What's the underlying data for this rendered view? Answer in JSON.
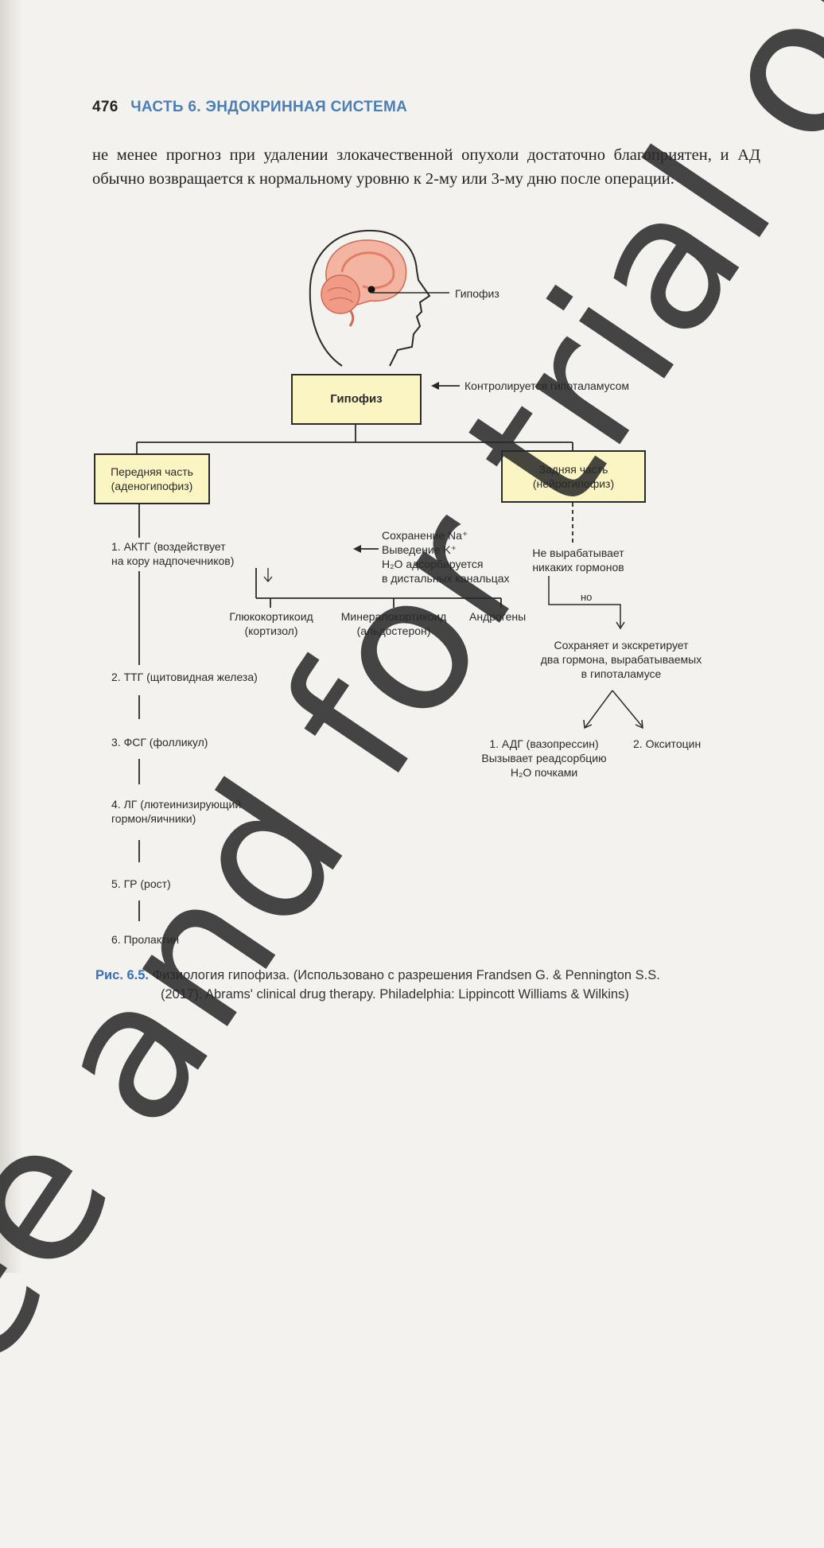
{
  "header": {
    "page_number": "476",
    "part_title": "ЧАСТЬ 6. ЭНДОКРИННАЯ СИСТЕМА"
  },
  "body_text": "не менее прогноз при удалении злокачественной опухоли достаточно благоприятен, и АД обычно возвращается к нормальному уровню к 2-му или 3-му дню после операции.",
  "figure": {
    "brain_label": "Гипофиз",
    "top_box": "Гипофиз",
    "control_note": "Контролируется гипоталамусом",
    "anterior_box": [
      "Передняя часть",
      "(аденогипофиз)"
    ],
    "posterior_box": [
      "Задняя часть",
      "(нейрогипофиз)"
    ],
    "anterior_list": [
      [
        "1. АКТГ (воздействует",
        "на кору надпочечников)"
      ],
      [
        "2. ТТГ (щитовидная железа)"
      ],
      [
        "3. ФСГ (фолликул)"
      ],
      [
        "4. ЛГ (лютеинизирующий",
        "гормон/яичники)"
      ],
      [
        "5. ГР (рост)"
      ],
      [
        "6. Пролактин"
      ]
    ],
    "mineral_effects": [
      "Сохранение Na⁺",
      "Выведение K⁺",
      "H₂O адсорбируется",
      "в дистальных канальцах"
    ],
    "adrenal_hormones": [
      [
        "Глюкокортикоид",
        "(кортизол)"
      ],
      [
        "Минералокортикоид",
        "(альдостерон)"
      ],
      [
        "Андрогены"
      ]
    ],
    "posterior_note": [
      "Не вырабатывает",
      "никаких гормонов"
    ],
    "but_label": "но",
    "stores_note": [
      "Сохраняет и экскретирует",
      "два гормона, вырабатываемых",
      "в гипоталамусе"
    ],
    "adh": [
      "1. АДГ (вазопрессин)",
      "Вызывает реадсорбцию",
      "H₂O почками"
    ],
    "oxytocin": "2. Окситоцин"
  },
  "caption": {
    "label": "Рис. 6.5.",
    "line1": "Физиология гипофиза. (Использовано с разрешения Frandsen G. & Pennington S.S.",
    "line2": "(2017). Abrams' clinical drug therapy. Philadelphia: Lippincott Williams & Wilkins)"
  },
  "watermark": "Free and for trial only",
  "colors": {
    "accent": "#4a7fb5",
    "box_fill": "#fbf5c4",
    "brain": "#f2a28e"
  }
}
